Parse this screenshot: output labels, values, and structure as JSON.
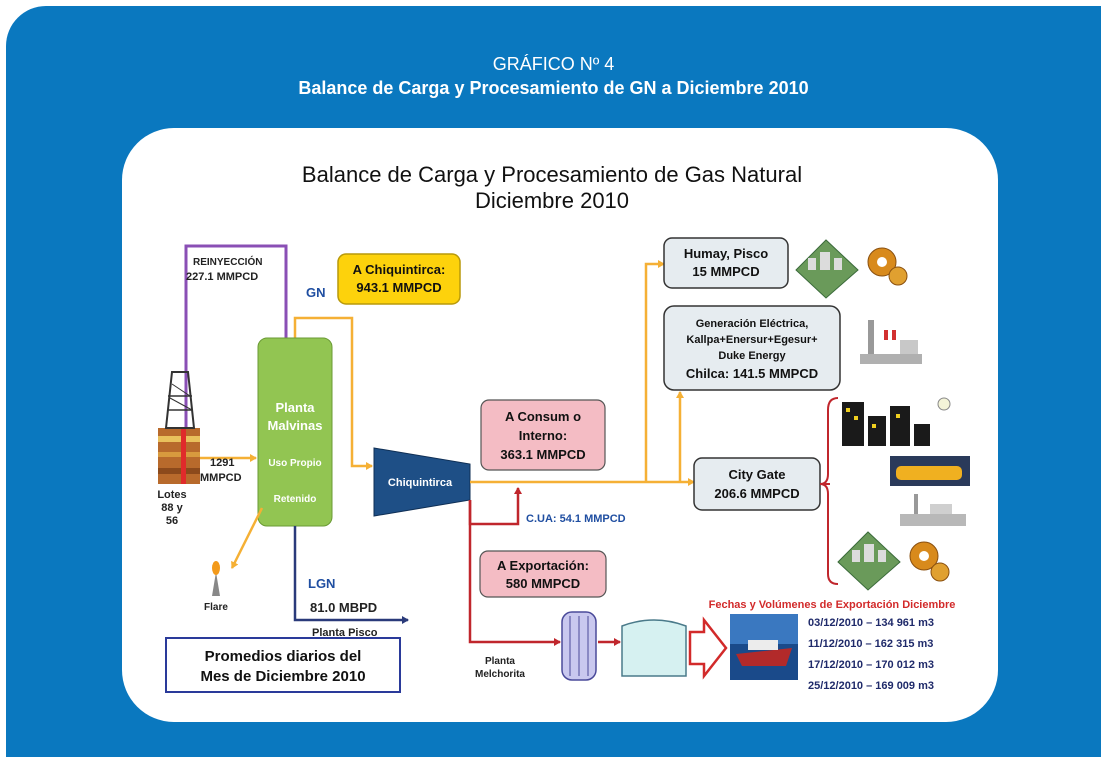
{
  "header": {
    "line1": "GRÁFICO Nº 4",
    "line2": "Balance de Carga y Procesamiento de GN a Diciembre 2010"
  },
  "diagram": {
    "title_line1": "Balance de Carga y Procesamiento de Gas Natural",
    "title_line2": "Diciembre 2010",
    "reinyeccion_label": "REINYECCIÓN",
    "reinyeccion_value": "227.1 MMPCD",
    "gn_label": "GN",
    "chiquintirca_box_line1": "A Chiquintirca:",
    "chiquintirca_box_line2": "943.1 MMPCD",
    "planta_line1": "Planta",
    "planta_line2": "Malvinas",
    "uso_propio": "Uso Propio",
    "retenido": "Retenido",
    "input_value": "1291",
    "input_unit": "MMPCD",
    "lotes_line1": "Lotes",
    "lotes_line2": "88 y",
    "lotes_line3": "56",
    "flare": "Flare",
    "lgn_label": "LGN",
    "lgn_value": "81.0 MBPD",
    "planta_pisco": "Planta Pisco",
    "promedios_line1": "Promedios diarios del",
    "promedios_line2": "Mes de Diciembre 2010",
    "chiquintirca_node": "Chiquintirca",
    "consumo_line1": "A Consum o",
    "consumo_line2": "Interno:",
    "consumo_line3": "363.1 MMPCD",
    "cua_label": "C.UA: 54.1 MMPCD",
    "export_line1": "A Exportación:",
    "export_line2": "580 MMPCD",
    "planta_melchorita_line1": "Planta",
    "planta_melchorita_line2": "Melchorita",
    "humay_line1": "Humay,  Pisco",
    "humay_line2": "15 MMPCD",
    "gen_line1": "Generación Eléctrica,",
    "gen_line2": "Kallpa+Enersur+Egesur+",
    "gen_line3": "Duke Energy",
    "gen_line4": "Chilca: 141.5 MMPCD",
    "citygate_line1": "City Gate",
    "citygate_line2": "206.6 MMPCD",
    "export_title": "Fechas y Volúmenes de Exportación Diciembre",
    "shipments": [
      "03/12/2010 – 134 961 m3",
      "11/12/2010 – 162 315 m3",
      "17/12/2010 – 170 012 m3",
      "25/12/2010 – 169 009 m3"
    ]
  },
  "colors": {
    "panel_blue": "#0a78bf",
    "flow_orange": "#f5b035",
    "flow_red": "#c0262c",
    "flow_purple": "#8a4fb5",
    "planta_green": "#92c552",
    "chiquintirca_yellow": "#fdd20c",
    "pink_box": "#f4bcc4",
    "light_box": "#e6ecf0",
    "label_blue": "#1f4ea1"
  }
}
